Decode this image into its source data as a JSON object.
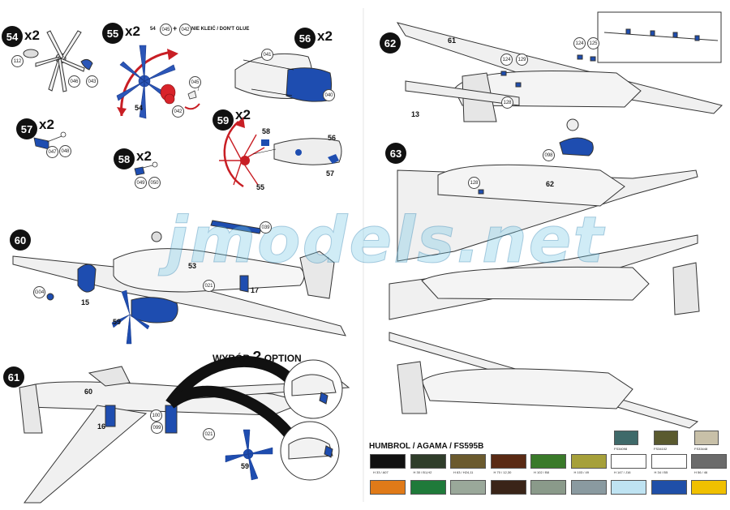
{
  "steps": [
    {
      "num": "54",
      "mult": "x2"
    },
    {
      "num": "55",
      "mult": "x2"
    },
    {
      "num": "56",
      "mult": "x2"
    },
    {
      "num": "57",
      "mult": "x2"
    },
    {
      "num": "58",
      "mult": "x2"
    },
    {
      "num": "59",
      "mult": "x2"
    },
    {
      "num": "60",
      "mult": ""
    },
    {
      "num": "61",
      "mult": ""
    },
    {
      "num": "62",
      "mult": ""
    },
    {
      "num": "63",
      "mult": ""
    }
  ],
  "step55_note": {
    "part": "54",
    "a": "045",
    "b": "042",
    "text": "NIE KLEIĆ / DON'T GLUE"
  },
  "option_title": {
    "pre": "WYBÓR",
    "q": "?",
    "post": "OPTION"
  },
  "part_labels": {
    "p112": "112",
    "p046": "046",
    "p043": "043",
    "p54": "54",
    "p042": "042",
    "p045": "045",
    "p041": "041",
    "p040": "040",
    "p047": "047",
    "p048": "048",
    "p049": "049",
    "p050": "050",
    "p58": "58",
    "p56": "56",
    "p57": "57",
    "p55": "55",
    "p039": "039",
    "p53": "53",
    "pG04": "G04",
    "p15": "15",
    "p021": "021",
    "p17": "17",
    "p59": "59",
    "p60": "60",
    "p16": "16",
    "p100": "100",
    "p099": "099",
    "p021b": "021",
    "p59b": "59",
    "p61": "61",
    "p124": "124",
    "p125": "125",
    "p129": "129",
    "p124b": "124",
    "p128": "128",
    "p13": "13",
    "p098": "098",
    "p128b": "128",
    "p62": "62"
  },
  "watermark": "jmodels.net",
  "paints": {
    "title": "HUMBROL / AGAMA / FS595B",
    "swatches": [
      {
        "color": "#111111",
        "label": "H 33 / A07"
      },
      {
        "color": "#2f3d2a",
        "label": "H 30 / B1,H2"
      },
      {
        "color": "#6b5a2e",
        "label": "H 63 / H24,11"
      },
      {
        "color": "#5a2a14",
        "label": "H 70 / 12,30"
      },
      {
        "color": "#3a7a2a",
        "label": "H 102 / B8"
      },
      {
        "color": "#a6a03a",
        "label": "H 103 / 49"
      },
      {
        "color": "#ffffff",
        "label": "H 147 / J16"
      },
      {
        "color": "#ffffff",
        "label": "H 34 / B5"
      },
      {
        "color": "#6b6b6b",
        "label": "H 56 / 46"
      },
      {
        "color": "#e07a18",
        "label": ""
      },
      {
        "color": "#1f7a3a",
        "label": ""
      },
      {
        "color": "#9aa89a",
        "label": ""
      },
      {
        "color": "#3a2418",
        "label": ""
      },
      {
        "color": "#8a9a8a",
        "label": ""
      },
      {
        "color": "#8a9aa0",
        "label": ""
      },
      {
        "color": "#bfe3f2",
        "label": ""
      },
      {
        "color": "#1f4fa8",
        "label": ""
      },
      {
        "color": "#f0c000",
        "label": ""
      }
    ],
    "fs_swatches": [
      {
        "color": "#3f6a6a",
        "label": "FS34098"
      },
      {
        "color": "#5a5a2f",
        "label": "FS34102"
      },
      {
        "color": "#c8c0a8",
        "label": "FS33448"
      }
    ]
  }
}
